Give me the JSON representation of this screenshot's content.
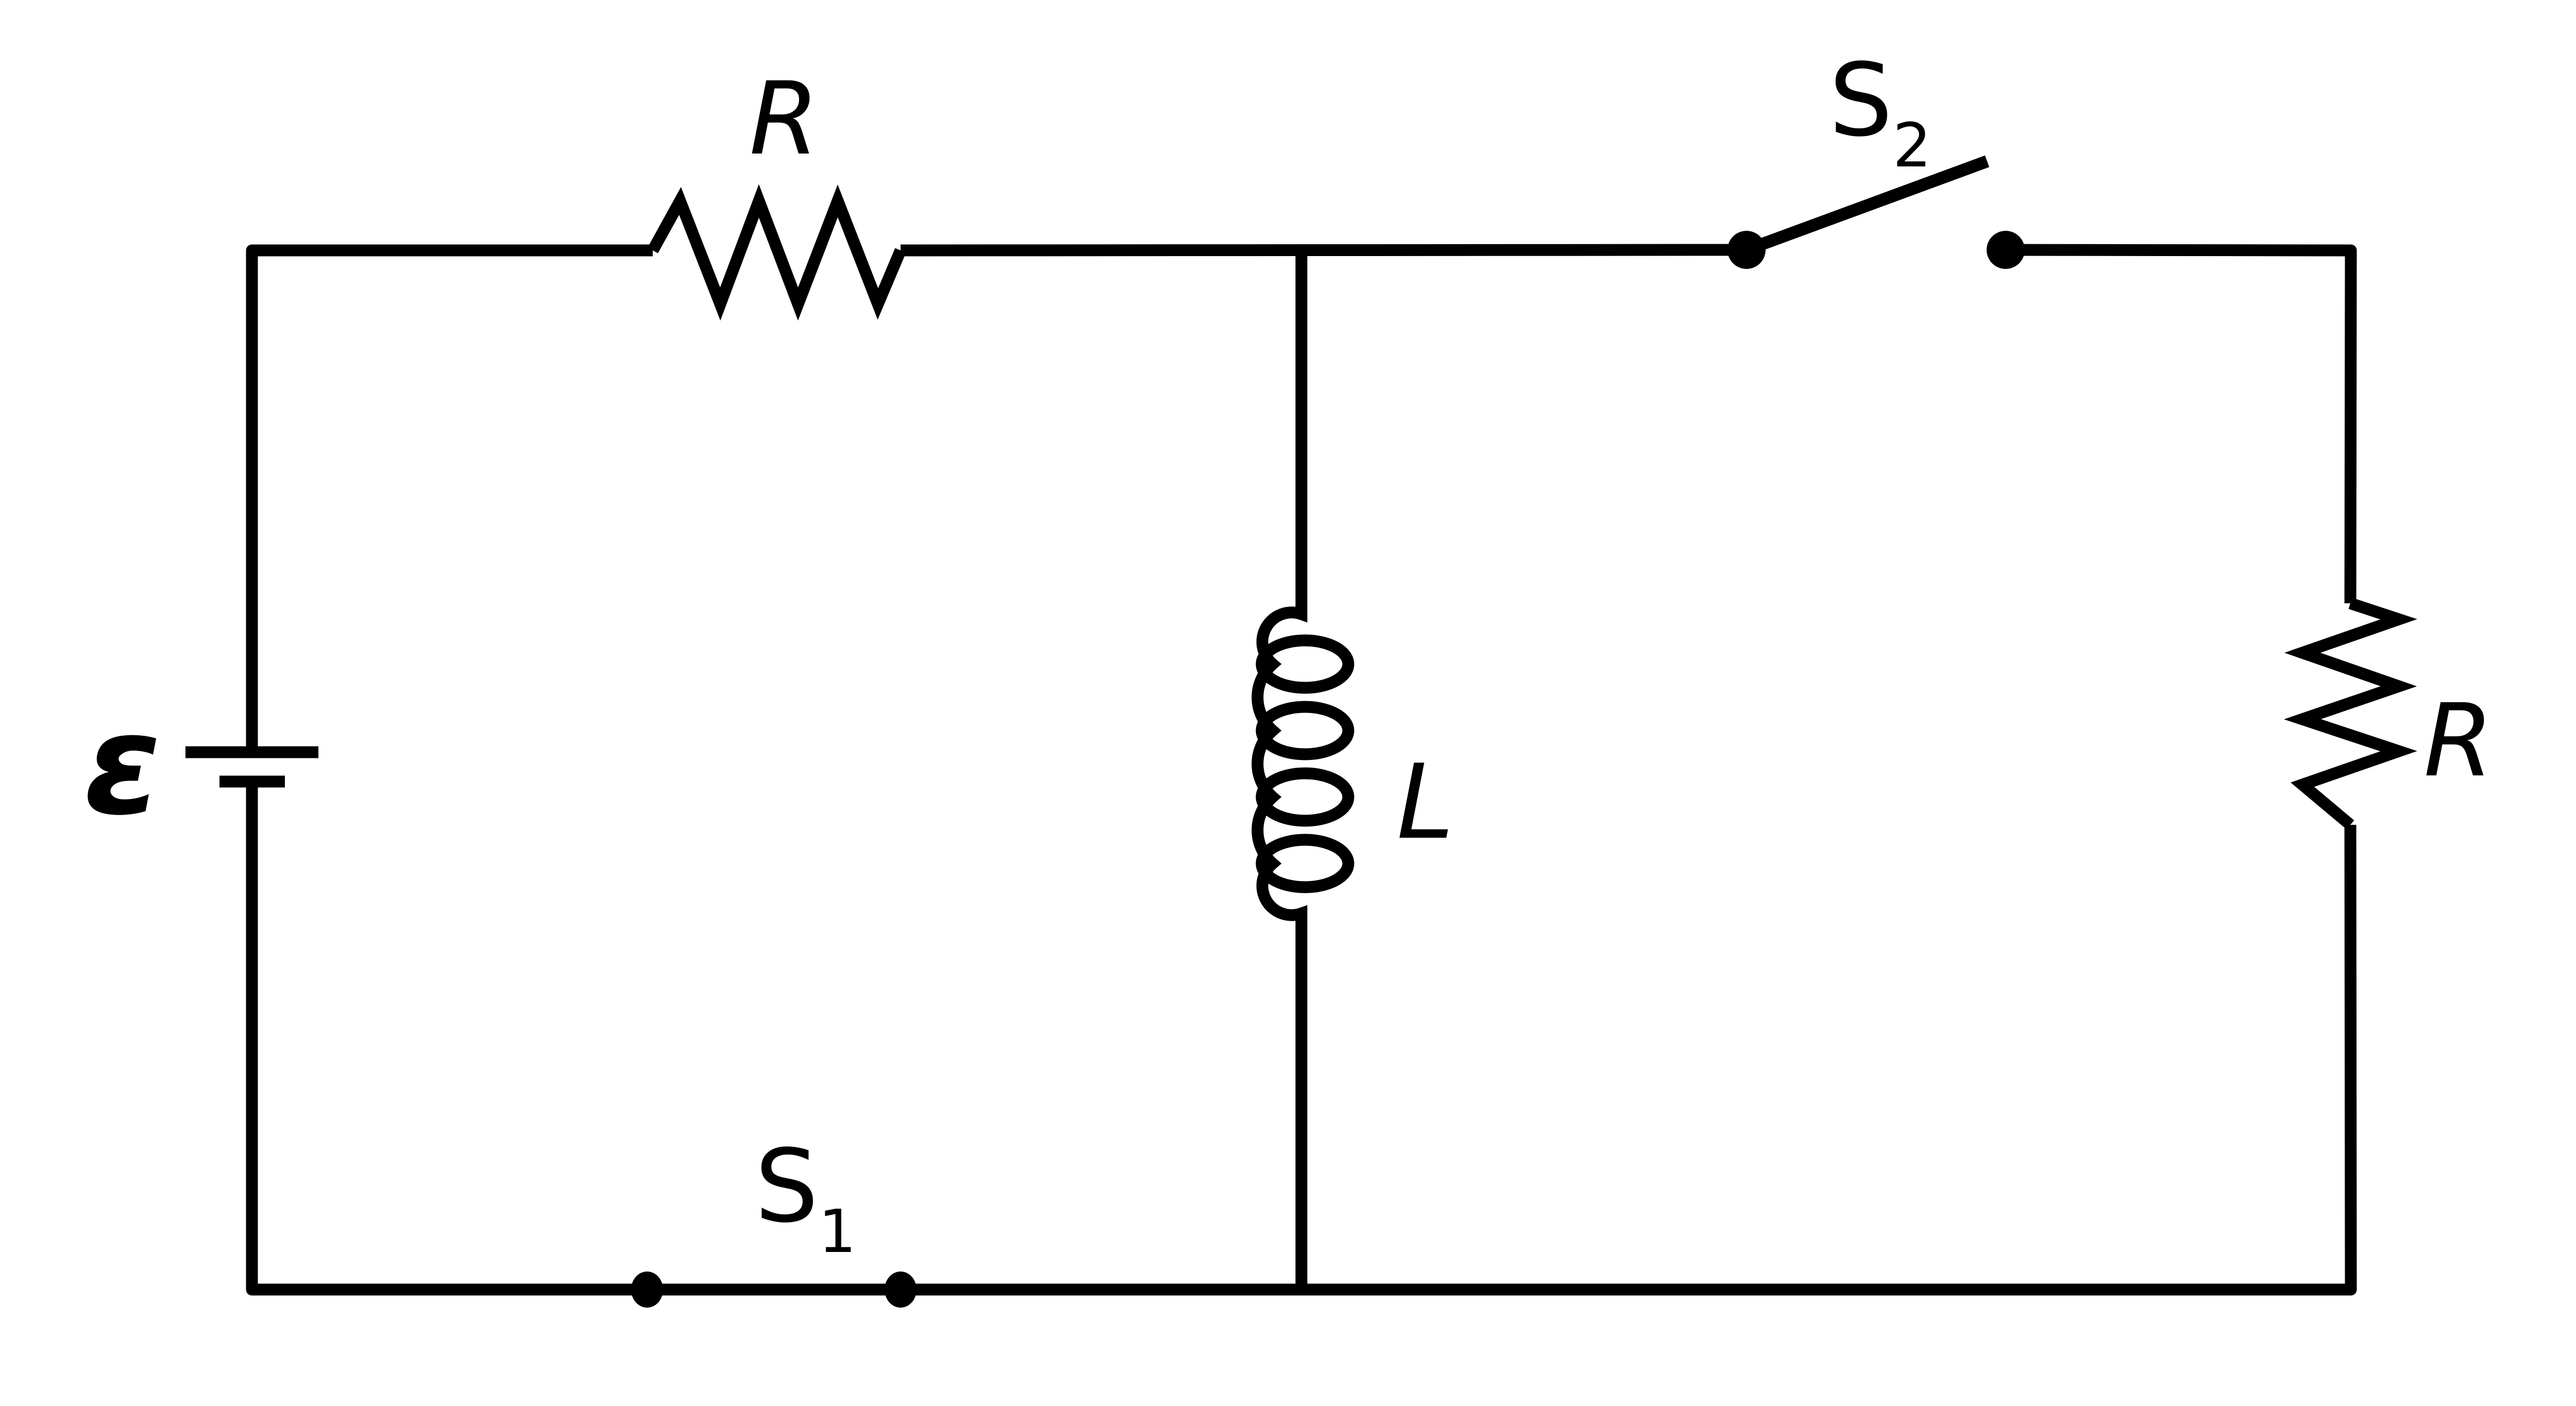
{
  "diagram": {
    "type": "circuit-schematic",
    "background_color": "#ffffff",
    "line_color": "#000000",
    "labels": {
      "emf": "ε",
      "resistor_top": "R",
      "resistor_right": "R",
      "inductor": "L",
      "switch_bottom_base": "S",
      "switch_bottom_sub": "1",
      "switch_top_base": "S",
      "switch_top_sub": "2"
    },
    "components": [
      {
        "name": "battery",
        "label": "ε",
        "position": "left side",
        "symbol": "long and short plate"
      },
      {
        "name": "resistor",
        "label": "R",
        "position": "top wire"
      },
      {
        "name": "switch",
        "label": "S2",
        "position": "top right",
        "state": "open"
      },
      {
        "name": "inductor",
        "label": "L",
        "position": "middle branch",
        "turns": 4
      },
      {
        "name": "resistor",
        "label": "R",
        "position": "right side"
      },
      {
        "name": "switch",
        "label": "S1",
        "position": "bottom wire",
        "state": "closed"
      }
    ]
  }
}
